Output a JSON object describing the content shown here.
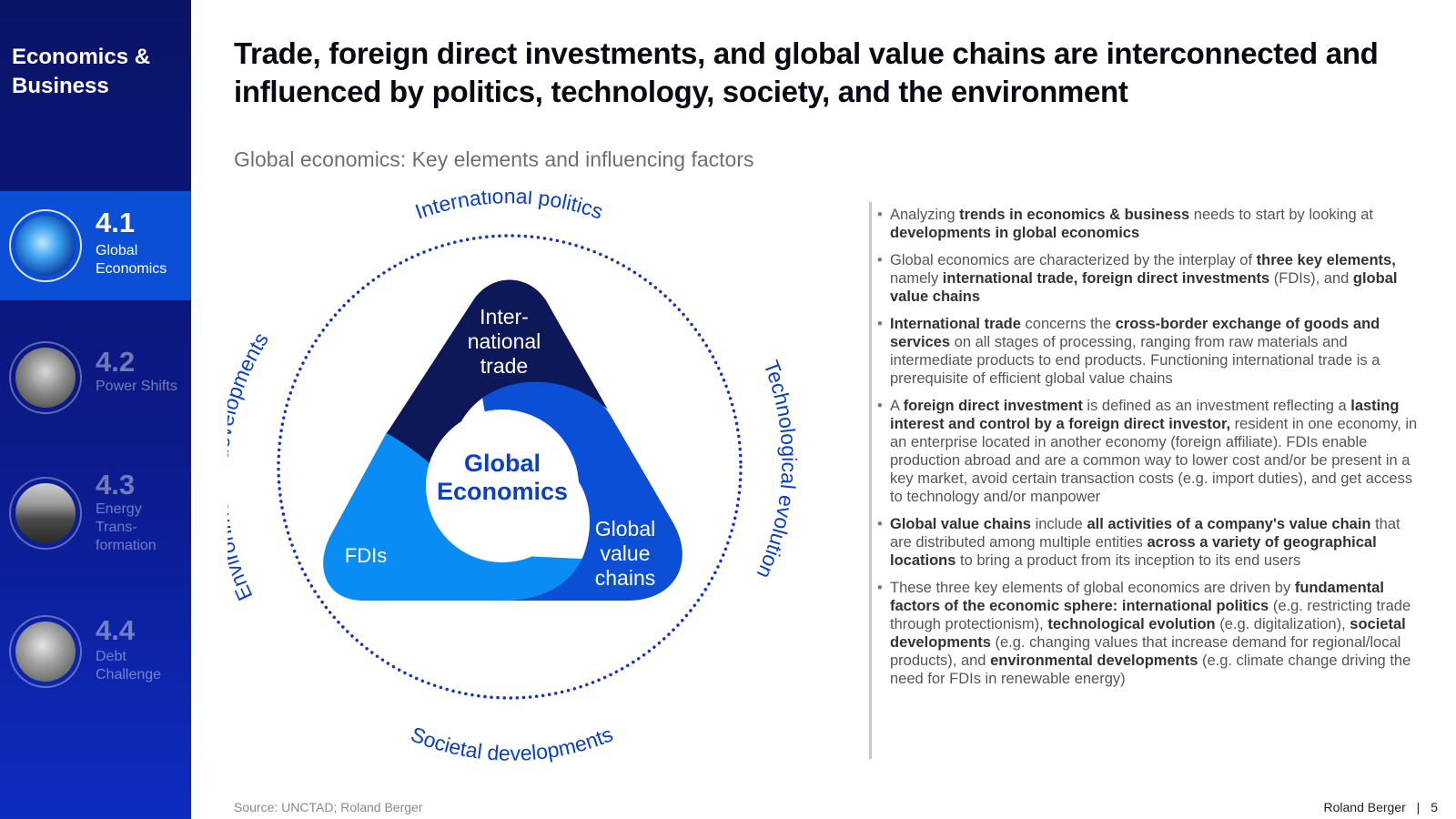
{
  "sidebar": {
    "title": "Economics & Business",
    "chapters": [
      {
        "number": "4.1",
        "name": "Global Economics",
        "active": true
      },
      {
        "number": "4.2",
        "name": "Power Shifts",
        "active": false
      },
      {
        "number": "4.3",
        "name": "Energy Trans-formation",
        "active": false
      },
      {
        "number": "4.4",
        "name": "Debt Challenge",
        "active": false
      }
    ]
  },
  "header": {
    "title": "Trade, foreign direct investments, and global value chains are interconnected and influenced by politics, technology, society, and the environment",
    "subtitle": "Global economics: Key elements and influencing factors"
  },
  "diagram": {
    "outer_labels": {
      "top": "International politics",
      "right": "Technological evolution",
      "bottom": "Societal developments",
      "left": "Environmental developments"
    },
    "segments": {
      "top_lines": [
        "Inter-",
        "national",
        "trade"
      ],
      "left": "FDIs",
      "right_lines": [
        "Global",
        "value",
        "chains"
      ]
    },
    "center_lines": [
      "Global",
      "Economics"
    ],
    "colors": {
      "dark_navy": "#0c1858",
      "mid_blue": "#0b4fd6",
      "light_blue": "#0a8cf5",
      "label_blue": "#0b3fc4",
      "dots": "#1536b8"
    }
  },
  "bullets": [
    [
      {
        "t": "Analyzing ",
        "b": false
      },
      {
        "t": "trends in economics & business",
        "b": true
      },
      {
        "t": " needs to start by looking at ",
        "b": false
      },
      {
        "t": "developments in global economics",
        "b": true
      }
    ],
    [
      {
        "t": "Global economics are characterized by the interplay of ",
        "b": false
      },
      {
        "t": "three key elements,",
        "b": true
      },
      {
        "t": " namely ",
        "b": false
      },
      {
        "t": "international trade, foreign direct investments",
        "b": true
      },
      {
        "t": " (FDIs), and ",
        "b": false
      },
      {
        "t": "global value chains",
        "b": true
      }
    ],
    [
      {
        "t": "International trade",
        "b": true
      },
      {
        "t": " concerns the ",
        "b": false
      },
      {
        "t": "cross-border exchange of goods and services",
        "b": true
      },
      {
        "t": " on all stages of processing, ranging from raw materials and intermediate products to end products. Functioning international trade is a prerequisite of efficient global value chains",
        "b": false
      }
    ],
    [
      {
        "t": "A ",
        "b": false
      },
      {
        "t": "foreign direct investment",
        "b": true
      },
      {
        "t": " is defined as an investment reflecting a ",
        "b": false
      },
      {
        "t": "lasting interest and control by a foreign direct investor,",
        "b": true
      },
      {
        "t": " resident in one economy, in an enterprise located in another economy (foreign affiliate). FDIs enable production abroad and are a common way to lower cost and/or be present in a key market, avoid certain transaction costs (e.g. import duties), and get access to technology and/or manpower",
        "b": false
      }
    ],
    [
      {
        "t": "Global value chains",
        "b": true
      },
      {
        "t": " include ",
        "b": false
      },
      {
        "t": "all activities of a company's value chain",
        "b": true
      },
      {
        "t": " that are distributed among multiple entities ",
        "b": false
      },
      {
        "t": "across a variety of geographical locations",
        "b": true
      },
      {
        "t": " to bring a product from its inception to its end users",
        "b": false
      }
    ],
    [
      {
        "t": "These three key elements of global economics are driven by ",
        "b": false
      },
      {
        "t": "fundamental factors of the economic sphere: international politics",
        "b": true
      },
      {
        "t": " (e.g. restricting trade through protectionism), ",
        "b": false
      },
      {
        "t": "technological evolution",
        "b": true
      },
      {
        "t": " (e.g. digitalization), ",
        "b": false
      },
      {
        "t": "societal developments",
        "b": true
      },
      {
        "t": " (e.g. changing values that increase demand for regional/local products), and ",
        "b": false
      },
      {
        "t": "environmental developments",
        "b": true
      },
      {
        "t": " (e.g. climate change driving the need for FDIs in renewable energy)",
        "b": false
      }
    ]
  ],
  "footer": {
    "source": "Source: UNCTAD; Roland Berger",
    "brand": "Roland Berger",
    "separator": "|",
    "page": "5"
  }
}
